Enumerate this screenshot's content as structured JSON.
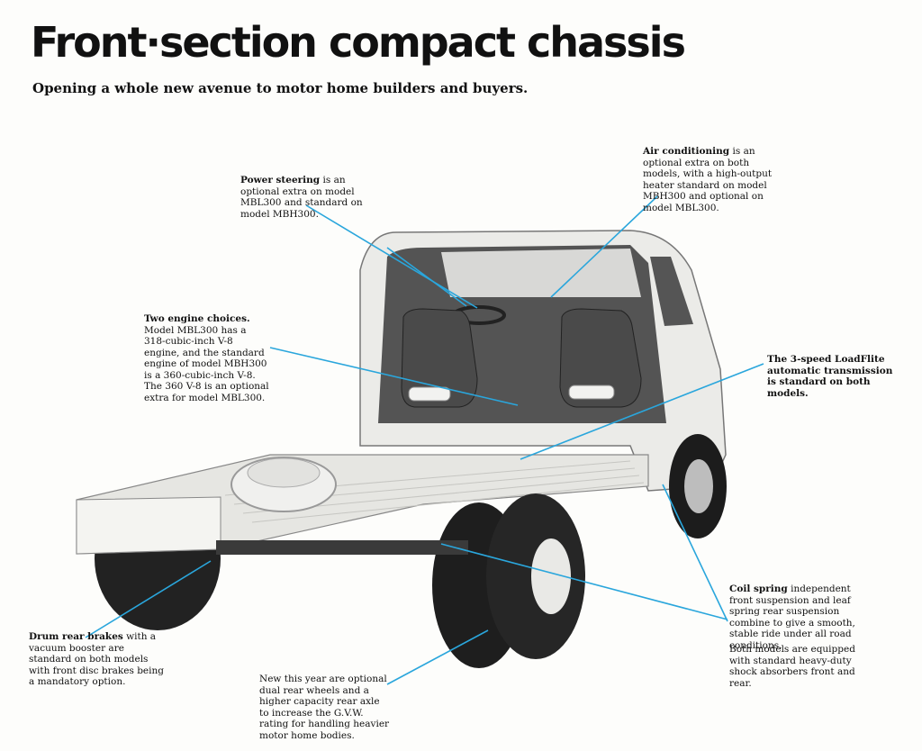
{
  "page": {
    "title": "Front·section compact chassis",
    "subtitle": "Opening a whole new avenue to motor home builders and buyers."
  },
  "callouts": {
    "power_steering": {
      "heading": "Power steering",
      "body": " is an optional extra on model MBL300 and standard on model MBH300."
    },
    "air_conditioning": {
      "heading": "Air conditioning",
      "body": " is an optional extra on both models, with a high-output heater standard on model MBH300 and optional on model MBL300."
    },
    "engine_choices": {
      "heading": "Two engine choices.",
      "body": " Model MBL300 has a 318-cubic-inch V-8 engine, and the standard engine of model MBH300 is a 360-cubic-inch V-8. The 360 V-8 is an optional extra for model MBL300."
    },
    "transmission": {
      "heading": "The 3-speed LoadFlite automatic transmission is standard on both models."
    },
    "coil_spring": {
      "heading": "Coil spring",
      "body": " independent front suspension and leaf spring rear suspension combine to give a smooth, stable ride under all road conditions."
    },
    "shock_absorbers": {
      "body": "Both models are equipped with standard heavy-duty shock absorbers front and rear."
    },
    "drum_brakes": {
      "heading": "Drum rear brakes",
      "body": " with a vacuum booster are standard on both models with front disc brakes being a mandatory option."
    },
    "dual_rear_wheels": {
      "body": "New this year are optional dual rear wheels and a higher capacity rear axle to increase the G.V.W. rating for handling heavier motor home bodies."
    }
  },
  "colors": {
    "callout_line": "#2aa6dc",
    "background": "#fdfdfb"
  }
}
